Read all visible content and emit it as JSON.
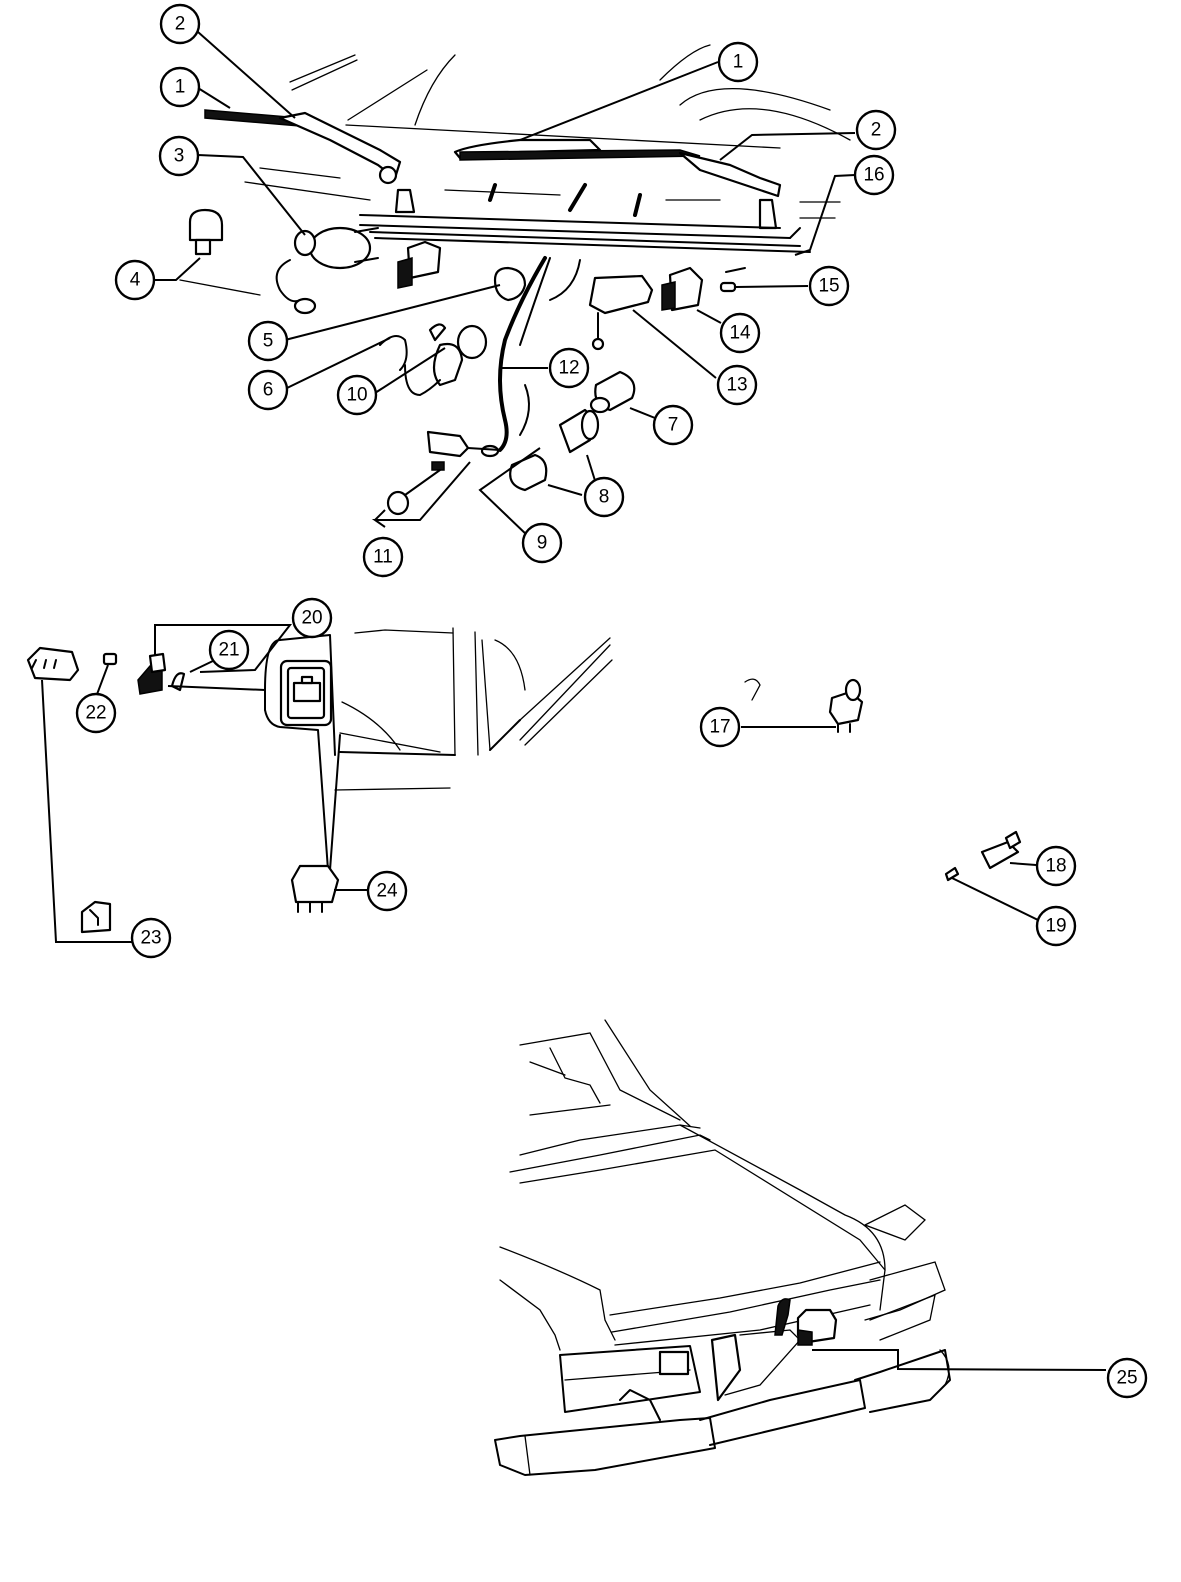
{
  "diagram": {
    "type": "exploded-parts-diagram",
    "subject": "Vehicle electrical components - wipers, switches, relays, harness",
    "callouts": [
      {
        "id": "c1a",
        "label": "1",
        "target": "left-wiper-blade"
      },
      {
        "id": "c2a",
        "label": "2",
        "target": "left-wiper-arm"
      },
      {
        "id": "c3",
        "label": "3",
        "target": "wiper-motor"
      },
      {
        "id": "c4",
        "label": "4",
        "target": "relay-cap"
      },
      {
        "id": "c5",
        "label": "5",
        "target": "switch-knob"
      },
      {
        "id": "c6",
        "label": "6",
        "target": "wiring-connector"
      },
      {
        "id": "c7",
        "label": "7",
        "target": "rubber-boot"
      },
      {
        "id": "c8",
        "label": "8",
        "target": "bulb-sockets"
      },
      {
        "id": "c9",
        "label": "9",
        "target": "sensor-lead"
      },
      {
        "id": "c10",
        "label": "10",
        "target": "lamp-assembly"
      },
      {
        "id": "c11",
        "label": "11",
        "target": "grommet-clip"
      },
      {
        "id": "c12",
        "label": "12",
        "target": "wiring-harness"
      },
      {
        "id": "c13",
        "label": "13",
        "target": "control-module"
      },
      {
        "id": "c14",
        "label": "14",
        "target": "switch-block"
      },
      {
        "id": "c15",
        "label": "15",
        "target": "fuse"
      },
      {
        "id": "c16",
        "label": "16",
        "target": "washer-hose"
      },
      {
        "id": "c1b",
        "label": "1",
        "target": "right-wiper-blade"
      },
      {
        "id": "c2b",
        "label": "2",
        "target": "right-wiper-arm"
      },
      {
        "id": "c17",
        "label": "17",
        "target": "relay-with-bracket"
      },
      {
        "id": "c18",
        "label": "18",
        "target": "fuse-holder"
      },
      {
        "id": "c19",
        "label": "19",
        "target": "blade-fuse"
      },
      {
        "id": "c20",
        "label": "20",
        "target": "switch-assembly"
      },
      {
        "id": "c21",
        "label": "21",
        "target": "switch-bulb"
      },
      {
        "id": "c22",
        "label": "22",
        "target": "small-cap"
      },
      {
        "id": "c23",
        "label": "23",
        "target": "window-switch"
      },
      {
        "id": "c24",
        "label": "24",
        "target": "relay"
      },
      {
        "id": "c25",
        "label": "25",
        "target": "trunk-lock-actuator"
      }
    ]
  }
}
